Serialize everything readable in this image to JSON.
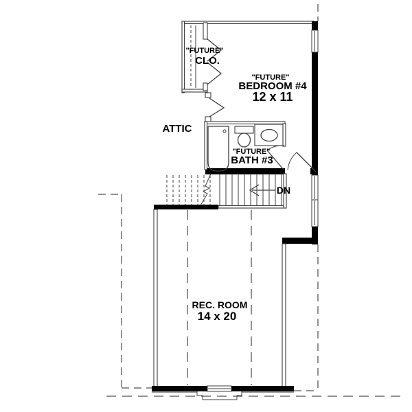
{
  "labels": {
    "closet_future": "\"FUTURE\"",
    "closet_name": "CLO.",
    "attic": "ATTIC",
    "bedroom_future": "\"FUTURE\"",
    "bedroom_name": "BEDROOM #4",
    "bedroom_dims": "12 x 11",
    "bath_future": "\"FUTURE\"",
    "bath_name": "BATH #3",
    "stair_direction": "DN",
    "rec_room_name": "REC. ROOM",
    "rec_room_dims": "14 x 20"
  },
  "colors": {
    "wall": "#000000",
    "thin_line": "#3d3d3d",
    "dashed_line": "#6e6e6e",
    "background": "#ffffff",
    "text": "#000000"
  }
}
